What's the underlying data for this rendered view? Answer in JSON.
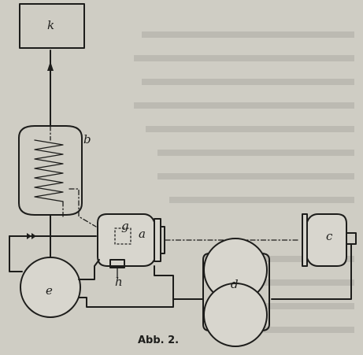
{
  "figure": {
    "caption": "Abb. 2.",
    "labels": {
      "k": "k",
      "b": "b",
      "g": "g",
      "a": "a",
      "h": "h",
      "e": "e",
      "d": "d",
      "c": "c"
    }
  }
}
